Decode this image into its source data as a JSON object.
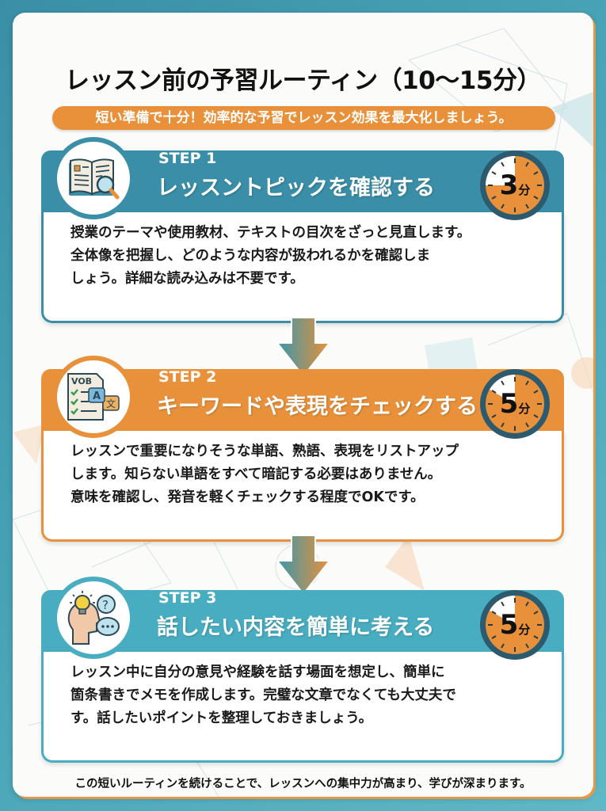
{
  "header": {
    "title": "レッスン前の予習ルーティン（10〜15分）",
    "subtitle": "短い準備で十分！効率的な予習でレッスン効果を最大化しましょう。"
  },
  "colors": {
    "teal": "#3a8ea7",
    "orange": "#e8913a",
    "teal_light": "#48adc0",
    "timer_ring": "#2c5a6e",
    "background": "#4aa6b8"
  },
  "steps": [
    {
      "label": "STEP 1",
      "title": "レッスントピックを確認する",
      "icon": "book-magnifier-icon",
      "timer_value": "3",
      "timer_unit": "分",
      "lines": [
        "授業のテーマや使用教材、テキストの目次をざっと見直します。",
        "全体像を把握し、どのような内容が扱われるかを確認しま",
        "しょう。詳細な読み込みは不要です。"
      ]
    },
    {
      "label": "STEP 2",
      "title": "キーワードや表現をチェックする",
      "icon": "vocabulary-checklist-icon",
      "icon_text": "VOB",
      "timer_value": "5",
      "timer_unit": "分",
      "lines": [
        "レッスンで重要になりそうな単語、熟語、表現をリストアップ",
        "します。知らない単語をすべて暗記する必要はありません。",
        "意味を確認し、発音を軽くチェックする程度でOKです。"
      ]
    },
    {
      "label": "STEP 3",
      "title": "話したい内容を簡単に考える",
      "icon": "lightbulb-head-speech-icon",
      "timer_value": "5",
      "timer_unit": "分",
      "lines": [
        "レッスン中に自分の意見や経験を話す場面を想定し、簡単に",
        "箇条書きでメモを作成します。完璧な文章でなくても大丈夫で",
        "す。話したいポイントを整理しておきましょう。"
      ]
    }
  ],
  "footer": {
    "text": "この短いルーティンを続けることで、レッスンへの集中力が高まり、学びが深まります。"
  }
}
